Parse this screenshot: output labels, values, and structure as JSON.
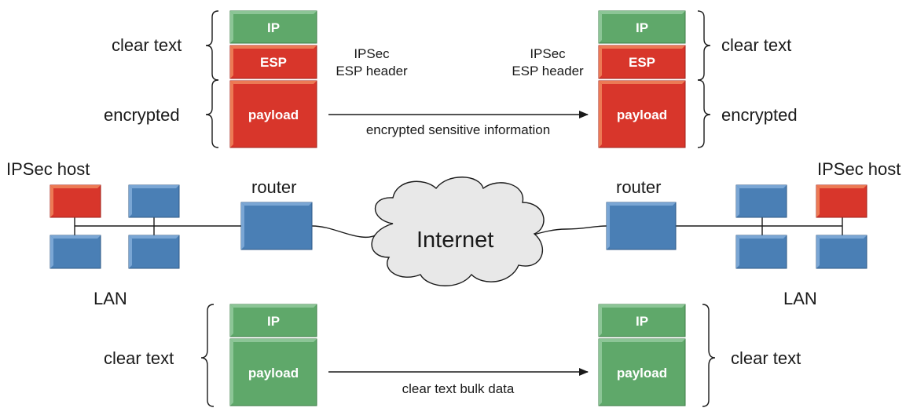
{
  "packet_labels": {
    "ip": "IP",
    "esp": "ESP",
    "payload": "payload"
  },
  "labels": {
    "clear_text": "clear text",
    "encrypted": "encrypted",
    "ipsec": "IPSec",
    "esp_header": "ESP header",
    "encrypted_flow": "encrypted sensitive information",
    "clear_flow": "clear text bulk data",
    "ipsec_host": "IPSec host",
    "router": "router",
    "internet": "Internet",
    "lan": "LAN"
  },
  "colors": {
    "ip_green": "#5fa86a",
    "esp_red": "#d8362b",
    "host_blue": "#4a7fb5",
    "cloud": "#e8e8e8",
    "line": "#1a1a1a"
  }
}
